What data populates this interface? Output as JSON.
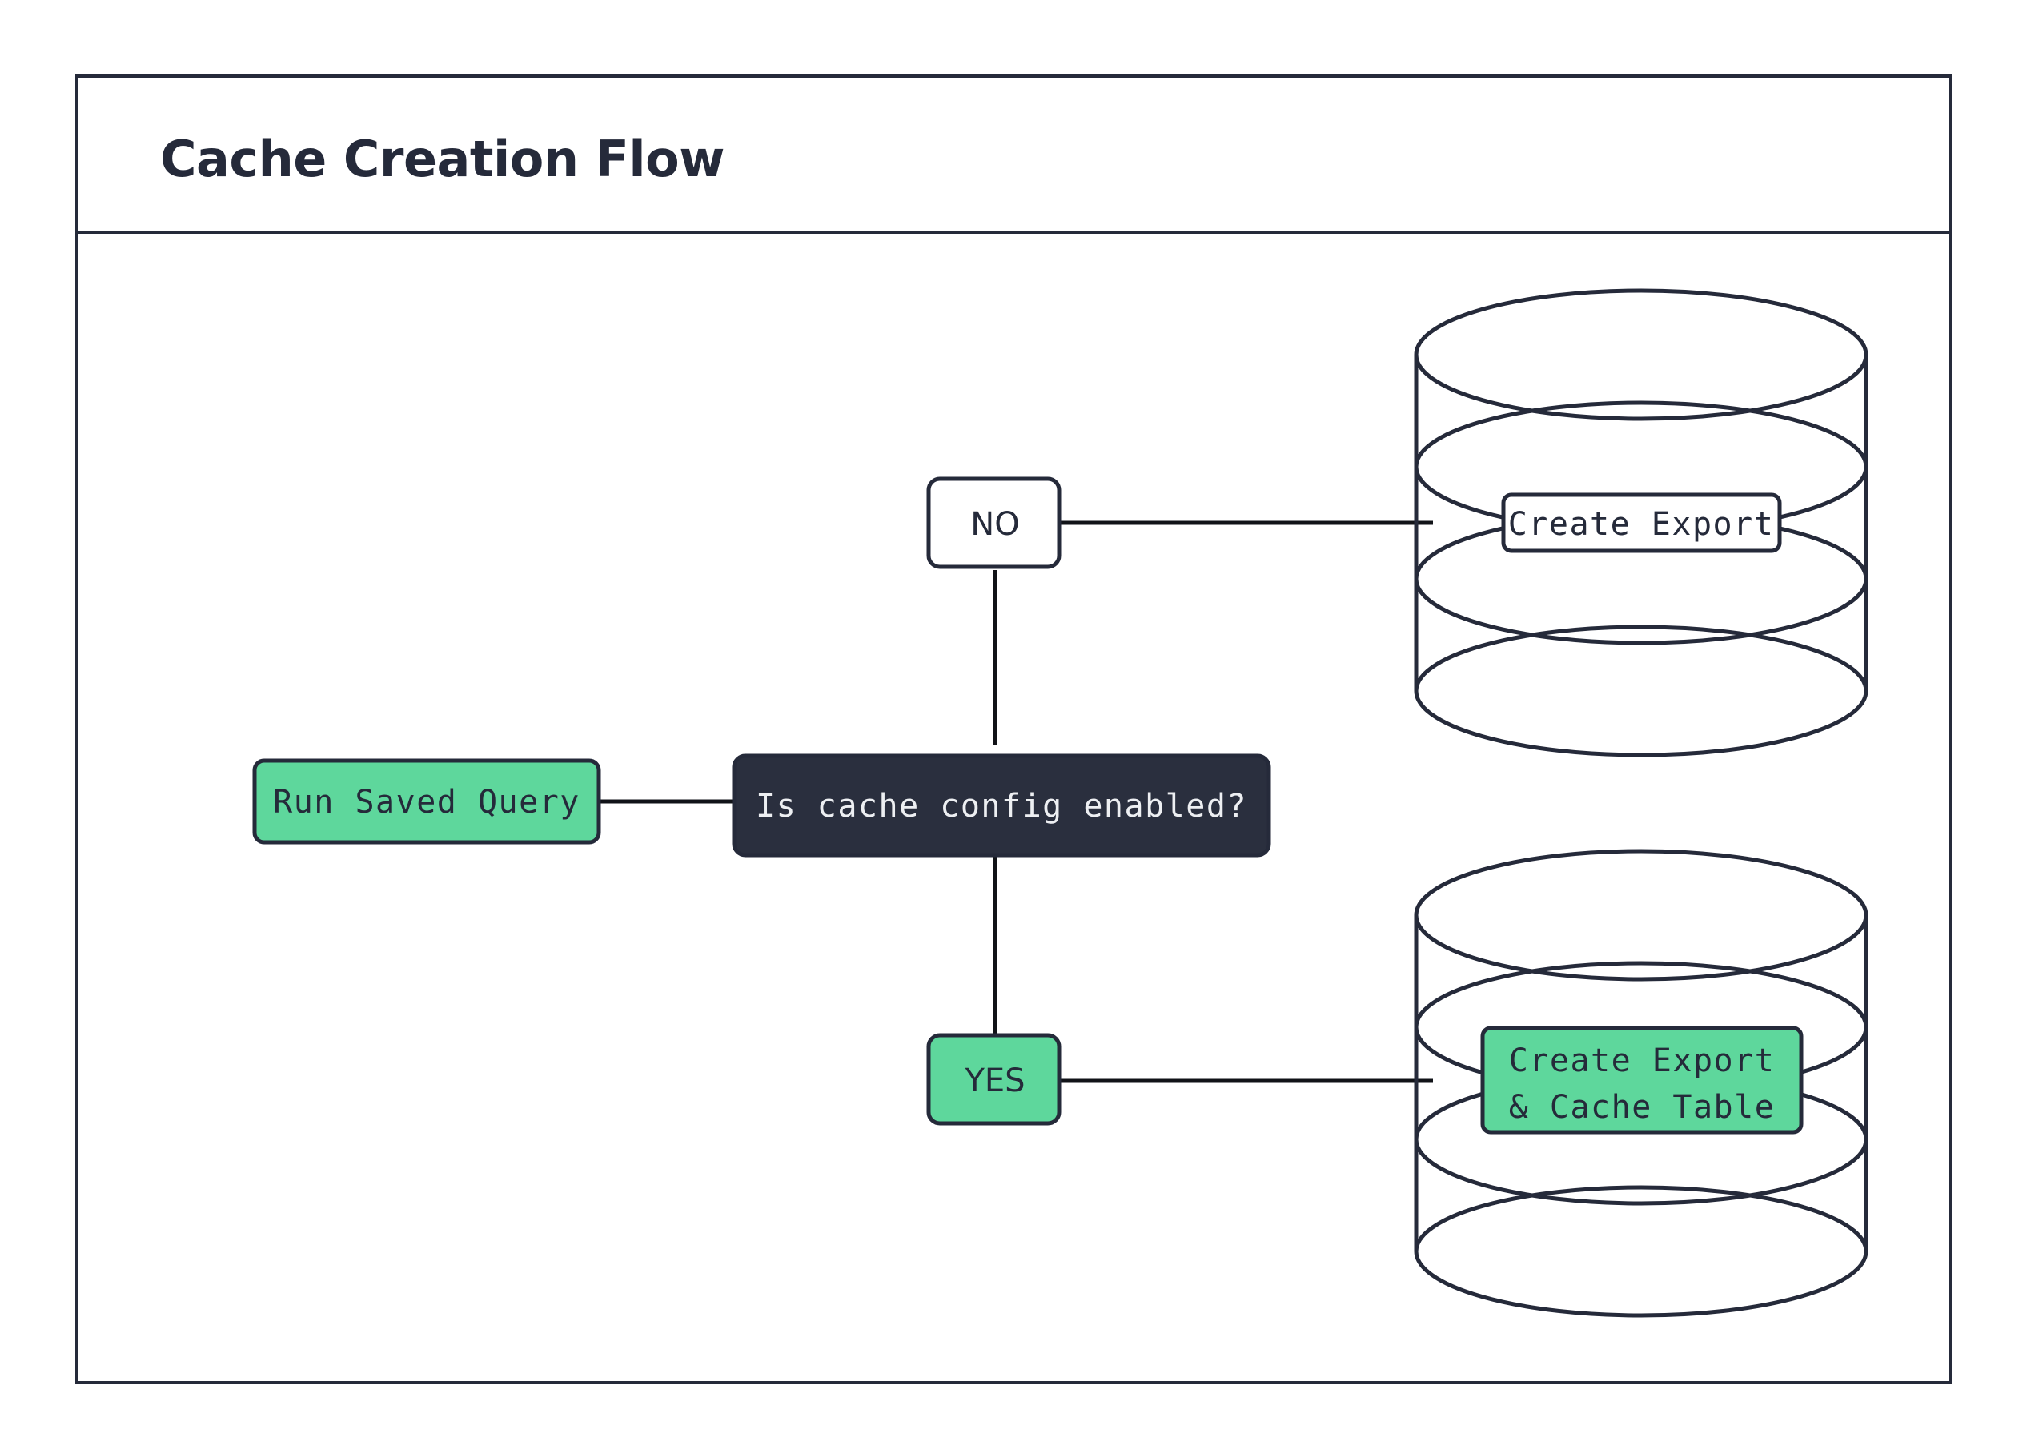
{
  "page": {
    "background_color": "#ffffff",
    "frame_border_color": "#252A3A"
  },
  "header": {
    "title": "Cache Creation Flow"
  },
  "palette": {
    "green": "#5ED79C",
    "dark_navy": "#2A2F3E",
    "stroke": "#252A3A",
    "white": "#FFFFFF",
    "light_text": "#EDEFF2"
  },
  "nodes": {
    "start": {
      "id": "run-saved-query",
      "label": "Run Saved Query",
      "shape": "rounded-rect",
      "fill": "#5ED79C",
      "text_color": "#252A3A"
    },
    "decision": {
      "id": "is-cache-config-enabled",
      "label": "Is cache config enabled?",
      "shape": "rounded-rect",
      "fill": "#2A2F3E",
      "text_color": "#EDEFF2"
    },
    "branch_no": {
      "id": "branch-no",
      "label": "NO",
      "shape": "rounded-rect",
      "fill": "#FFFFFF",
      "text_color": "#252A3A"
    },
    "branch_yes": {
      "id": "branch-yes",
      "label": "YES",
      "shape": "rounded-rect",
      "fill": "#5ED79C",
      "text_color": "#252A3A"
    },
    "database_top": {
      "id": "database-create-export",
      "shape": "cylinder",
      "label_line1": "Create Export",
      "label_fill": "#FFFFFF",
      "text_color": "#252A3A"
    },
    "database_bottom": {
      "id": "database-create-export-cache-table",
      "shape": "cylinder",
      "label_line1": "Create Export",
      "label_line2": "& Cache Table",
      "label_fill": "#5ED79C",
      "text_color": "#252A3A"
    }
  },
  "edges": [
    {
      "from": "run-saved-query",
      "to": "is-cache-config-enabled",
      "label": ""
    },
    {
      "from": "is-cache-config-enabled",
      "to": "branch-no",
      "label": "NO"
    },
    {
      "from": "is-cache-config-enabled",
      "to": "branch-yes",
      "label": "YES"
    },
    {
      "from": "branch-no",
      "to": "database-create-export",
      "label": ""
    },
    {
      "from": "branch-yes",
      "to": "database-create-export-cache-table",
      "label": ""
    }
  ]
}
